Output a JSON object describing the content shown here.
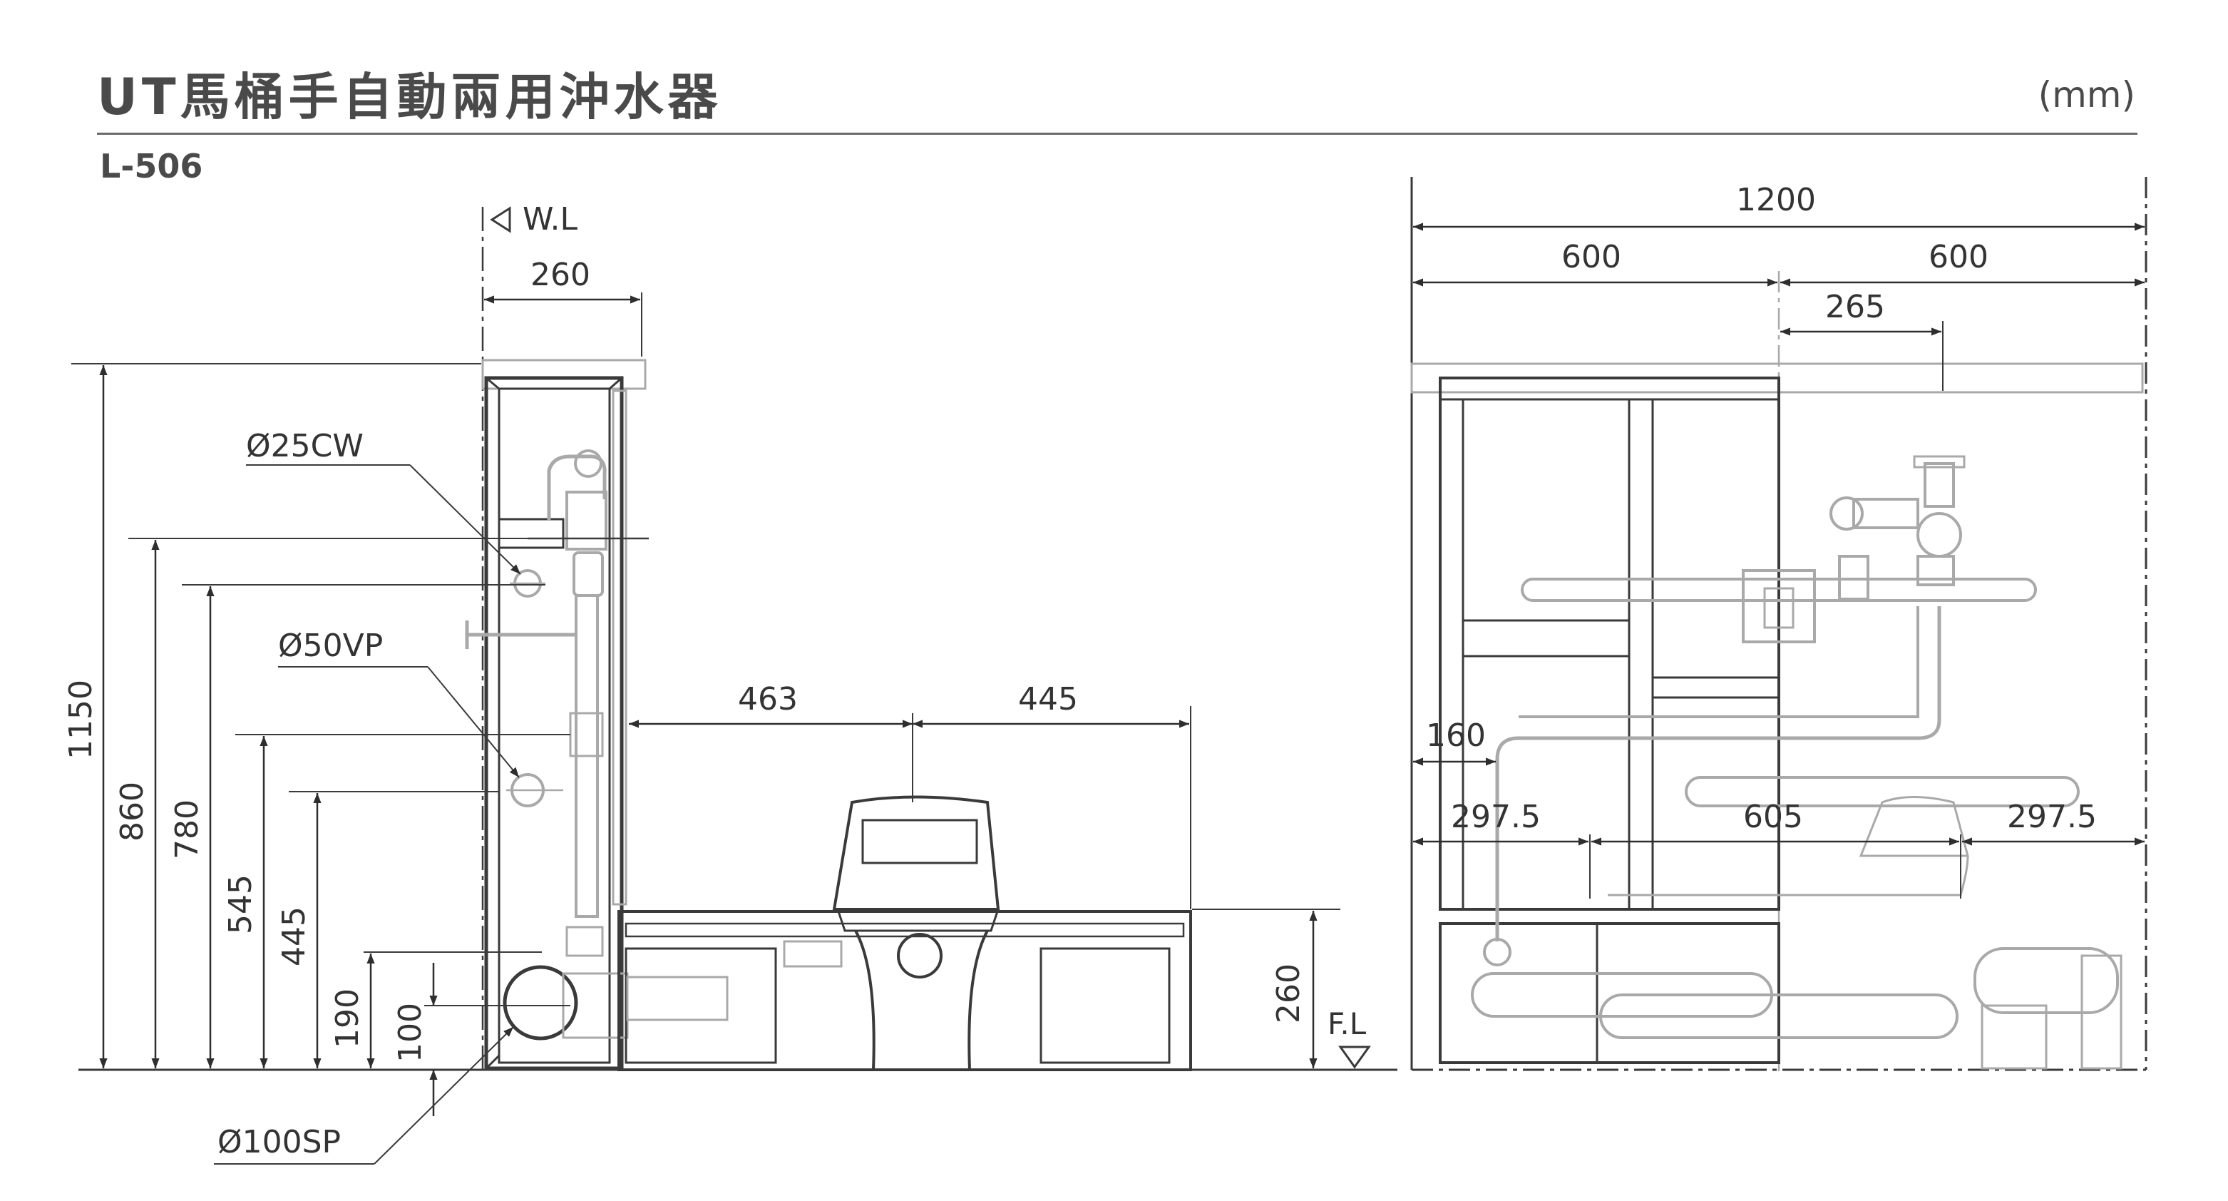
{
  "header": {
    "title": "UT馬桶手自動兩用沖水器",
    "unit": "(mm)",
    "model": "L-506"
  },
  "side_view": {
    "water_level": "W.L",
    "depth_260": "260",
    "pipe_cw": "Ø25CW",
    "pipe_vp": "Ø50VP",
    "pipe_sp": "Ø100SP",
    "h_1150": "1150",
    "h_860": "860",
    "h_780": "780",
    "h_545": "545",
    "h_445": "445",
    "h_190": "190",
    "h_100": "100",
    "d_463": "463",
    "d_445": "445",
    "h_260": "260",
    "floor_level": "F.L"
  },
  "front_view": {
    "w_1200": "1200",
    "w_600_left": "600",
    "w_600_right": "600",
    "w_265": "265",
    "w_160": "160",
    "w_297_5_left": "297.5",
    "w_605": "605",
    "w_297_5_right": "297.5"
  }
}
